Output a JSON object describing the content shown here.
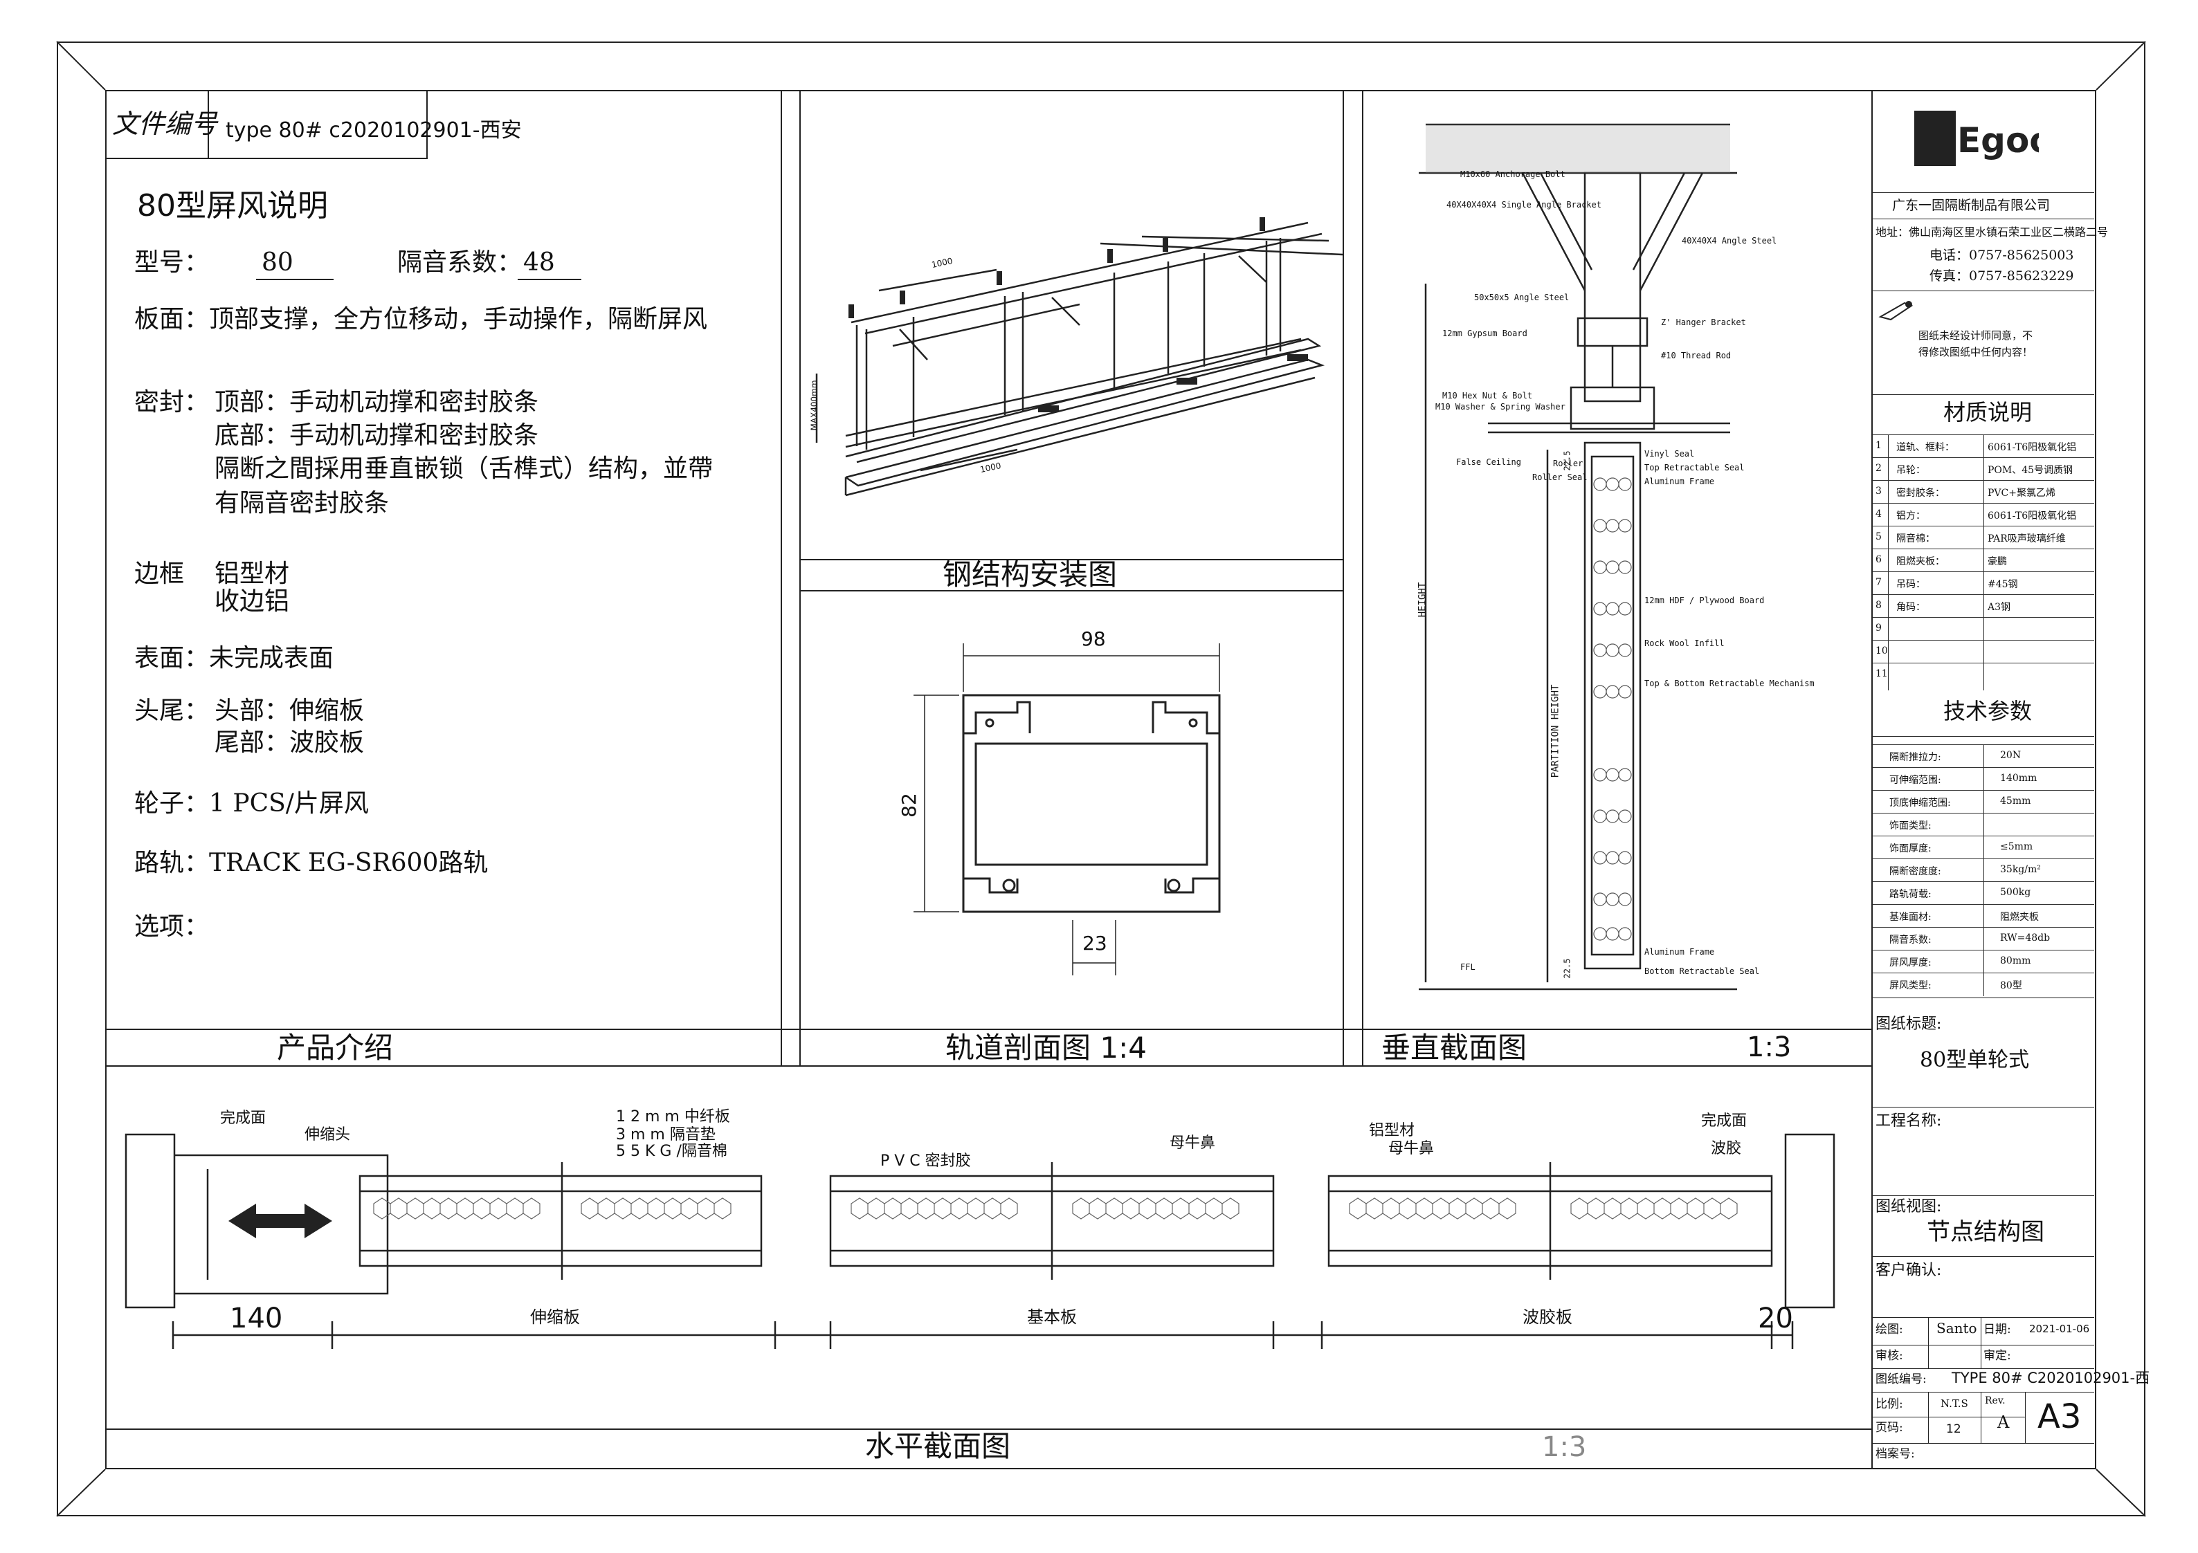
{
  "header": {
    "file_no_label": "文件编号",
    "file_no_value": "type 80# c2020102901-西安"
  },
  "intro": {
    "title": "80型屏风说明",
    "model_label": "型号：",
    "model_value": "80",
    "sound_label": "隔音系数：",
    "sound_value": "48",
    "panel_line": "板面：顶部支撑，全方位移动，手动操作，隔断屏风",
    "seal_label": "密封：",
    "seal_lines": [
      "顶部：手动机动撑和密封胶条",
      "底部：手动机动撑和密封胶条",
      "隔断之間採用垂直嵌锁（舌榫式）结构，並帶",
      "有隔音密封胶条"
    ],
    "frame_label": "边框",
    "frame_lines": [
      "铝型材",
      "收边铝"
    ],
    "surface_line": "表面：未完成表面",
    "ends_label": "头尾：",
    "ends_lines": [
      "头部：伸缩板",
      "尾部：波胶板"
    ],
    "wheel_line": "轮子：1 PCS/片屏风",
    "track_line": "路轨：TRACK    EG-SR600路轨",
    "options_line": "选项：",
    "footer": "产品介绍"
  },
  "steel": {
    "caption": "钢结构安装图",
    "dim_top": "1000",
    "dim_bottom": "1000",
    "dim_side": "MAX400mm"
  },
  "track_section": {
    "caption": "轨道剖面图 1:4",
    "width": "98",
    "height": "82",
    "slot": "23"
  },
  "vertical": {
    "caption": "垂直截面图",
    "scale": "1:3",
    "labels": [
      "M10x60 Anchorage Bolt",
      "40X40X40X4 Single Angle Bracket",
      "40X40X4 Angle Steel",
      "50x50x5 Angle Steel",
      "Z' Hanger Bracket",
      "12mm Gypsum Board",
      "#10 Thread Rod",
      "M10 Hex Nut & Bolt",
      "M10 Washer & Spring Washer",
      "False Ceiling",
      "Roller",
      "Roller Seal",
      "Vinyl Seal",
      "Top Retractable Seal",
      "Aluminum Frame",
      "12mm HDF / Plywood Board",
      "Rock Wool Infill",
      "Top & Bottom Retractable Mechanism",
      "Aluminum Frame",
      "Bottom Retractable Seal",
      "FFL"
    ],
    "height_label": "HEIGHT",
    "partition_label": "PARTITION HEIGHT",
    "dim_a": "22.5",
    "dim_b": "22.5"
  },
  "horizontal": {
    "caption": "水平截面图",
    "scale": "1:3",
    "labels": {
      "finish_left": "完成面",
      "telescopic": "伸缩头",
      "l1": "1 2 m m   中纤板",
      "l2": "3 m m  隔音垫",
      "l3": "5 5 K G /隔音棉",
      "pvc": "P V C   密封胶",
      "tongue": "母牛鼻",
      "alu": "铝型材",
      "tongue2": "母牛鼻",
      "finish_right": "完成面",
      "wave": "波胶"
    },
    "dims": {
      "d140": "140",
      "p1": "伸缩板",
      "p2": "基本板",
      "p3": "波胶板",
      "d20": "20"
    }
  },
  "titleblock": {
    "company": "广东一固隔断制品有限公司",
    "address": "地址：佛山南海区里水镇石荣工业区二横路二号",
    "tel": "电话：0757-85625003",
    "fax": "传真：0757-85623229",
    "notice": [
      "图纸未经设计师同意，不",
      "得修改图纸中任何内容！"
    ],
    "materials_title": "材质说明",
    "materials": [
      {
        "n": "1",
        "k": "道轨、框料：",
        "v": "6061-T6阳极氧化铝"
      },
      {
        "n": "2",
        "k": "吊轮：",
        "v": "POM、45号调质钢"
      },
      {
        "n": "3",
        "k": "密封胶条：",
        "v": "PVC+聚氯乙烯"
      },
      {
        "n": "4",
        "k": "铝方：",
        "v": "6061-T6阳极氧化铝"
      },
      {
        "n": "5",
        "k": "隔音棉：",
        "v": "PAR吸声玻璃纤维"
      },
      {
        "n": "6",
        "k": "阻燃夹板：",
        "v": "豪鹏"
      },
      {
        "n": "7",
        "k": "吊码：",
        "v": "#45钢"
      },
      {
        "n": "8",
        "k": "角码：",
        "v": "A3钢"
      },
      {
        "n": "9",
        "k": "",
        "v": ""
      },
      {
        "n": "10",
        "k": "",
        "v": ""
      },
      {
        "n": "11",
        "k": "",
        "v": ""
      }
    ],
    "tech_title": "技术参数",
    "tech": [
      {
        "k": "隔断推拉力:",
        "v": "20N"
      },
      {
        "k": "可伸缩范围:",
        "v": "140mm"
      },
      {
        "k": "顶底伸缩范围:",
        "v": "45mm"
      },
      {
        "k": "饰面类型:",
        "v": ""
      },
      {
        "k": "饰面厚度:",
        "v": "≤5mm"
      },
      {
        "k": "隔断密度度:",
        "v": "35kg/m²"
      },
      {
        "k": "路轨荷载:",
        "v": "500kg"
      },
      {
        "k": "基准面材:",
        "v": "阻燃夹板"
      },
      {
        "k": "隔音系数:",
        "v": "RW=48db"
      },
      {
        "k": "屏风厚度:",
        "v": "80mm"
      },
      {
        "k": "屏风类型:",
        "v": "80型"
      }
    ],
    "drawing_title_label": "图纸标题:",
    "drawing_title": "80型单轮式",
    "project_label": "工程名称:",
    "view_label": "图纸视图:",
    "view_value": "节点结构图",
    "client_label": "客户确认:",
    "drawn_label": "绘图:",
    "drawn_value": "Santo",
    "date_label": "日期:",
    "date_value": "2021-01-06",
    "review_label": "审核:",
    "approve_label": "审定:",
    "drawing_no_label": "图纸编号:",
    "drawing_no_value": "TYPE 80# C2020102901-西",
    "scale_label": "比例:",
    "scale_value": "N.T.S",
    "rev_label": "Rev.",
    "rev_value": "A",
    "size_value": "A3",
    "page_label": "页码:",
    "page_value": "12",
    "archive_label": "档案号:"
  }
}
